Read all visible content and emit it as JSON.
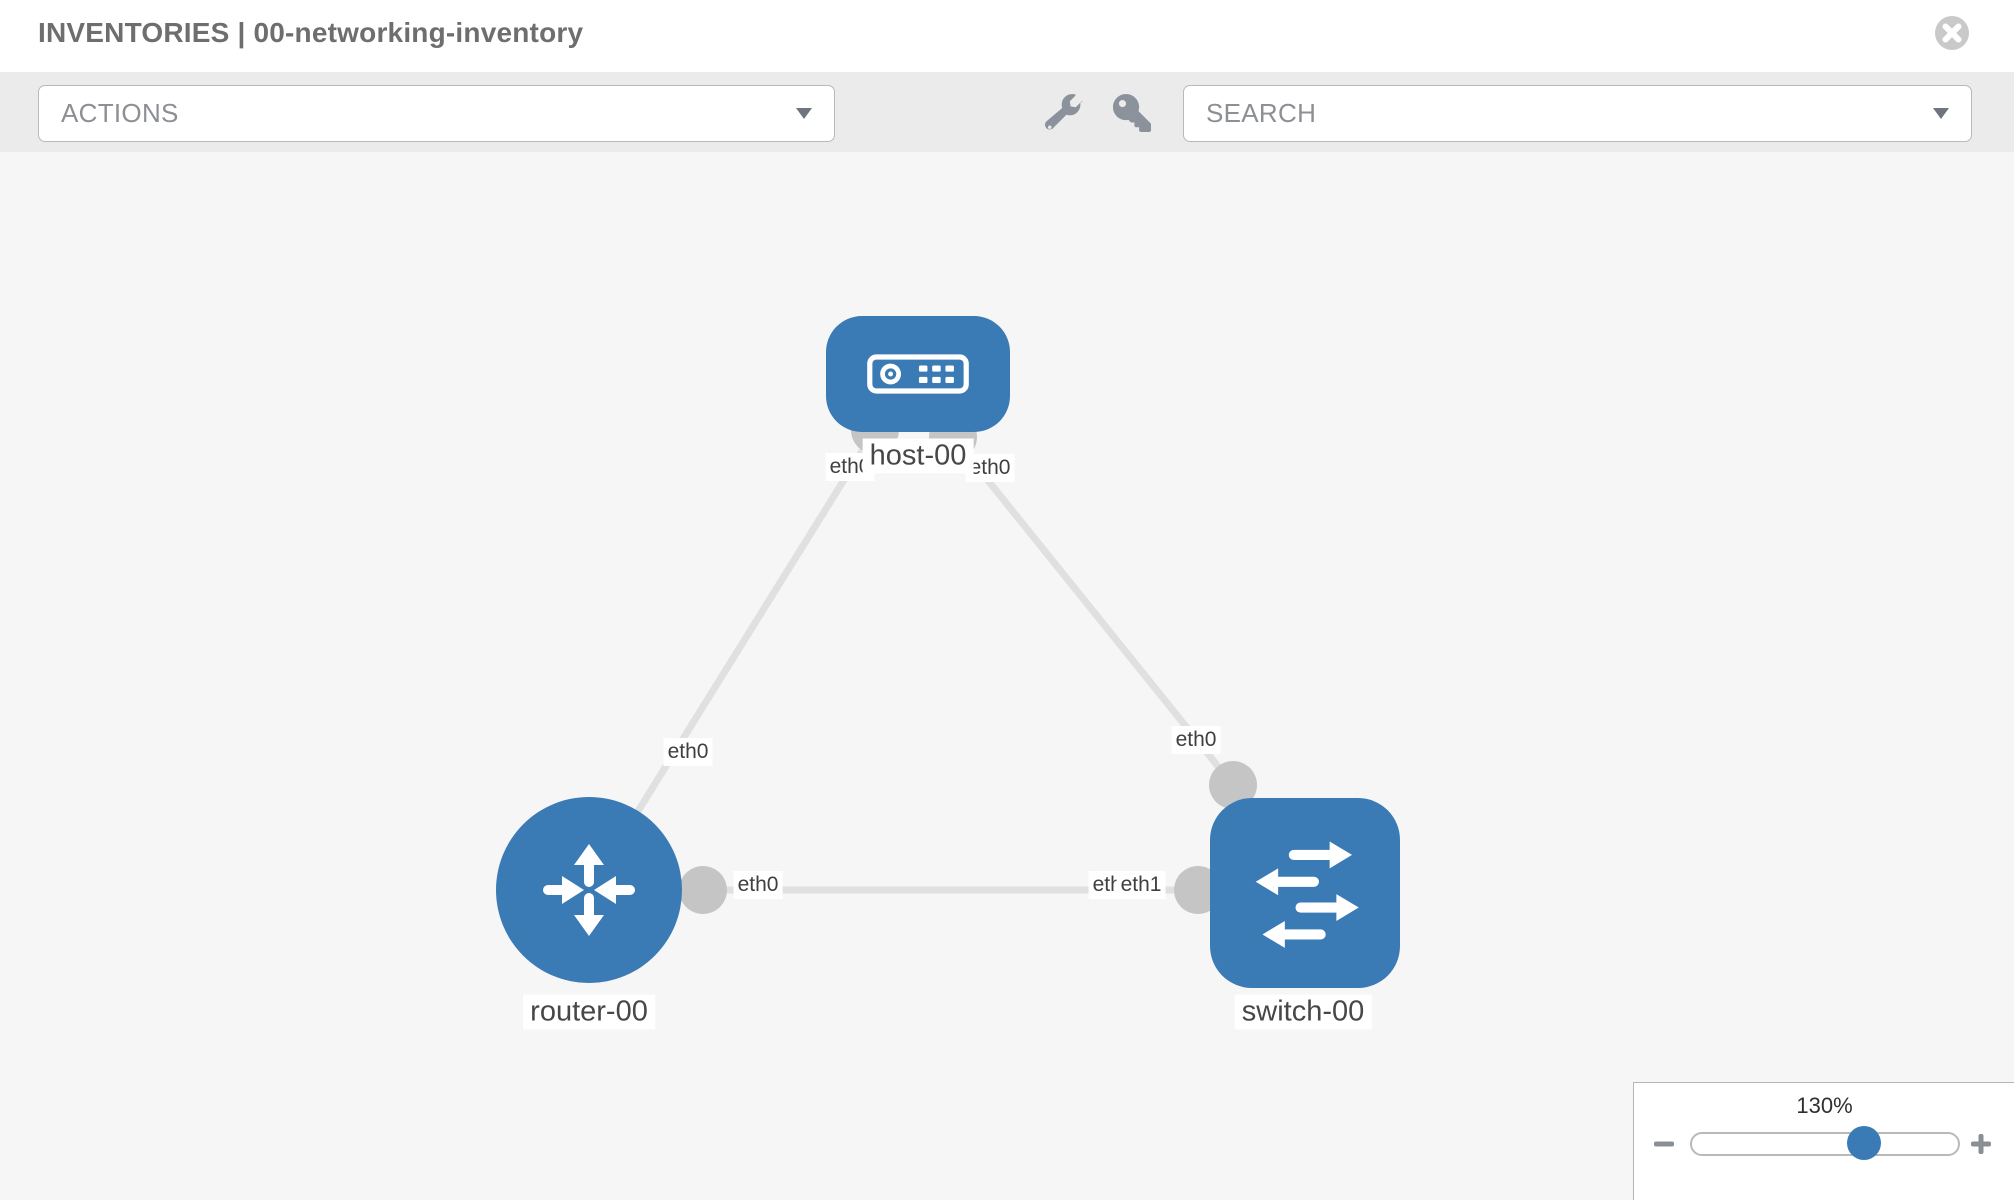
{
  "header": {
    "title": "INVENTORIES | 00-networking-inventory"
  },
  "toolbar": {
    "actions_label": "ACTIONS",
    "search_label": "SEARCH"
  },
  "canvas": {
    "nodes": [
      {
        "id": "host-00",
        "type": "host",
        "label": "host-00"
      },
      {
        "id": "router-00",
        "type": "router",
        "label": "router-00"
      },
      {
        "id": "switch-00",
        "type": "switch",
        "label": "switch-00"
      }
    ],
    "links": [
      {
        "from": "host-00",
        "from_interface": "eth0",
        "to": "router-00",
        "to_interface": "eth0"
      },
      {
        "from": "host-00",
        "from_interface": "eth0",
        "to": "switch-00",
        "to_interface": "eth0"
      },
      {
        "from": "router-00",
        "from_interface": "eth0",
        "to": "switch-00",
        "to_interface": "eth1"
      }
    ],
    "interface_labels": [
      {
        "text": "eth0",
        "at": "host-00 end of host-router link"
      },
      {
        "text": "eth0",
        "at": "host-00 end of host-switch link"
      },
      {
        "text": "eth0",
        "at": "router-00 end of host-router link"
      },
      {
        "text": "eth0",
        "at": "switch-00 end of host-switch link"
      },
      {
        "text": "eth0",
        "at": "router-00 end of router-switch link"
      },
      {
        "text": "eth0",
        "at": "switch-00 end underlay (overlapped)"
      },
      {
        "text": "eth1",
        "at": "switch-00 end of router-switch link"
      }
    ]
  },
  "zoom_control": {
    "value_label": "130%",
    "percent": 130
  },
  "colors": {
    "node_fill": "#3a7ab5",
    "link": "#e0e0e0",
    "port": "#c5c5c5",
    "toolbar_bg": "#ebebeb",
    "canvas_bg": "#f6f6f6",
    "accent": "#3a7ab5"
  }
}
